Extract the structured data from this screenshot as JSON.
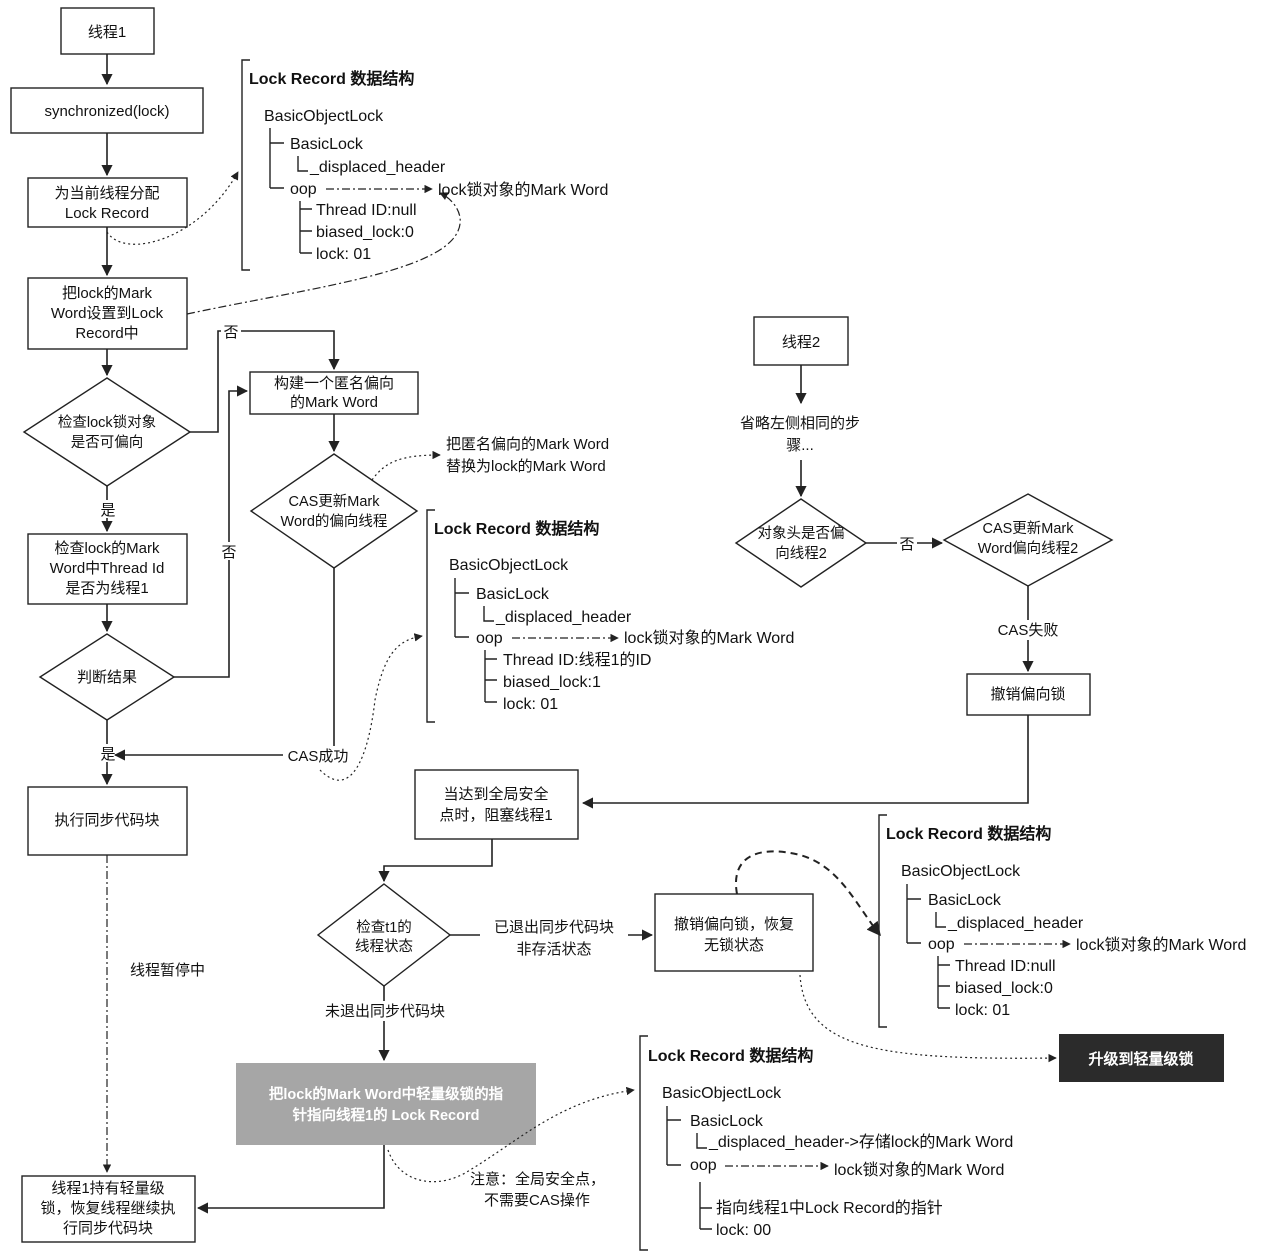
{
  "flow": {
    "thread1": "线程1",
    "sync": "synchronized(lock)",
    "alloc": [
      "为当前线程分配",
      "Lock Record"
    ],
    "copy_mark": [
      "把lock的Mark",
      "Word设置到Lock",
      "Record中"
    ],
    "check_biasable": [
      "检查lock锁对象",
      "是否可偏向"
    ],
    "build_anon": [
      "构建一个匿名偏向",
      "的Mark Word"
    ],
    "replace_note": [
      "把匿名偏向的Mark Word",
      "替换为lock的Mark Word"
    ],
    "cas_update": [
      "CAS更新Mark",
      "Word的偏向线程"
    ],
    "check_thread_id": [
      "检查lock的Mark",
      "Word中Thread Id",
      "是否为线程1"
    ],
    "judge": "判断结果",
    "yes": "是",
    "no": "否",
    "cas_success": "CAS成功",
    "exec_sync": "执行同步代码块",
    "thread_paused": "线程暂停中",
    "thread1_light": [
      "线程1持有轻量级",
      "锁，恢复线程继续执",
      "行同步代码块"
    ],
    "thread2": "线程2",
    "omit_steps": [
      "省略左侧相同的步",
      "骤..."
    ],
    "header_biased_t2": [
      "对象头是否偏",
      "向线程2"
    ],
    "cas_update_t2": [
      "CAS更新Mark",
      "Word偏向线程2"
    ],
    "cas_fail": "CAS失败",
    "revoke_bias": "撤销偏向锁",
    "safepoint_block": [
      "当达到全局安全",
      "点时，阻塞线程1"
    ],
    "check_t1_state": [
      "检查t1的",
      "线程状态"
    ],
    "exited_sync": [
      "已退出同步代码块",
      "非存活状态"
    ],
    "revoke_restore": [
      "撤销偏向锁，恢复",
      "无锁状态"
    ],
    "not_exited": "未退出同步代码块",
    "point_to_lr": [
      "把lock的Mark Word中轻量级锁的指",
      "针指向线程1的 Lock Record"
    ],
    "safepoint_note": [
      "注意：全局安全点，",
      "不需要CAS操作"
    ],
    "upgrade_light": "升级到轻量级锁"
  },
  "records": {
    "r1": {
      "title": "Lock Record 数据结构",
      "basic_object_lock": "BasicObjectLock",
      "basic_lock": "BasicLock",
      "displaced": "_displaced_header",
      "oop": "oop",
      "oop_target": "lock锁对象的Mark Word",
      "f1": "Thread ID:null",
      "f2": "biased_lock:0",
      "f3": "lock: 01"
    },
    "r2": {
      "title": "Lock Record 数据结构",
      "basic_object_lock": "BasicObjectLock",
      "basic_lock": "BasicLock",
      "displaced": "_displaced_header",
      "oop": "oop",
      "oop_target": "lock锁对象的Mark Word",
      "f1": "Thread ID:线程1的ID",
      "f2": "biased_lock:1",
      "f3": "lock: 01"
    },
    "r3": {
      "title": "Lock Record 数据结构",
      "basic_object_lock": "BasicObjectLock",
      "basic_lock": "BasicLock",
      "displaced": "_displaced_header",
      "oop": "oop",
      "oop_target": "lock锁对象的Mark Word",
      "f1": "Thread ID:null",
      "f2": "biased_lock:0",
      "f3": "lock: 01"
    },
    "r4": {
      "title": "Lock Record 数据结构",
      "basic_object_lock": "BasicObjectLock",
      "basic_lock": "BasicLock",
      "displaced": "_displaced_header->存储lock的Mark Word",
      "oop": "oop",
      "oop_target": "lock锁对象的Mark Word",
      "f1": "指向线程1中Lock Record的指针",
      "f2": "lock: 00"
    }
  },
  "colors": {
    "line": "#222222",
    "gray_box": "#a6a6a6",
    "dark_box": "#2b2b2b"
  }
}
